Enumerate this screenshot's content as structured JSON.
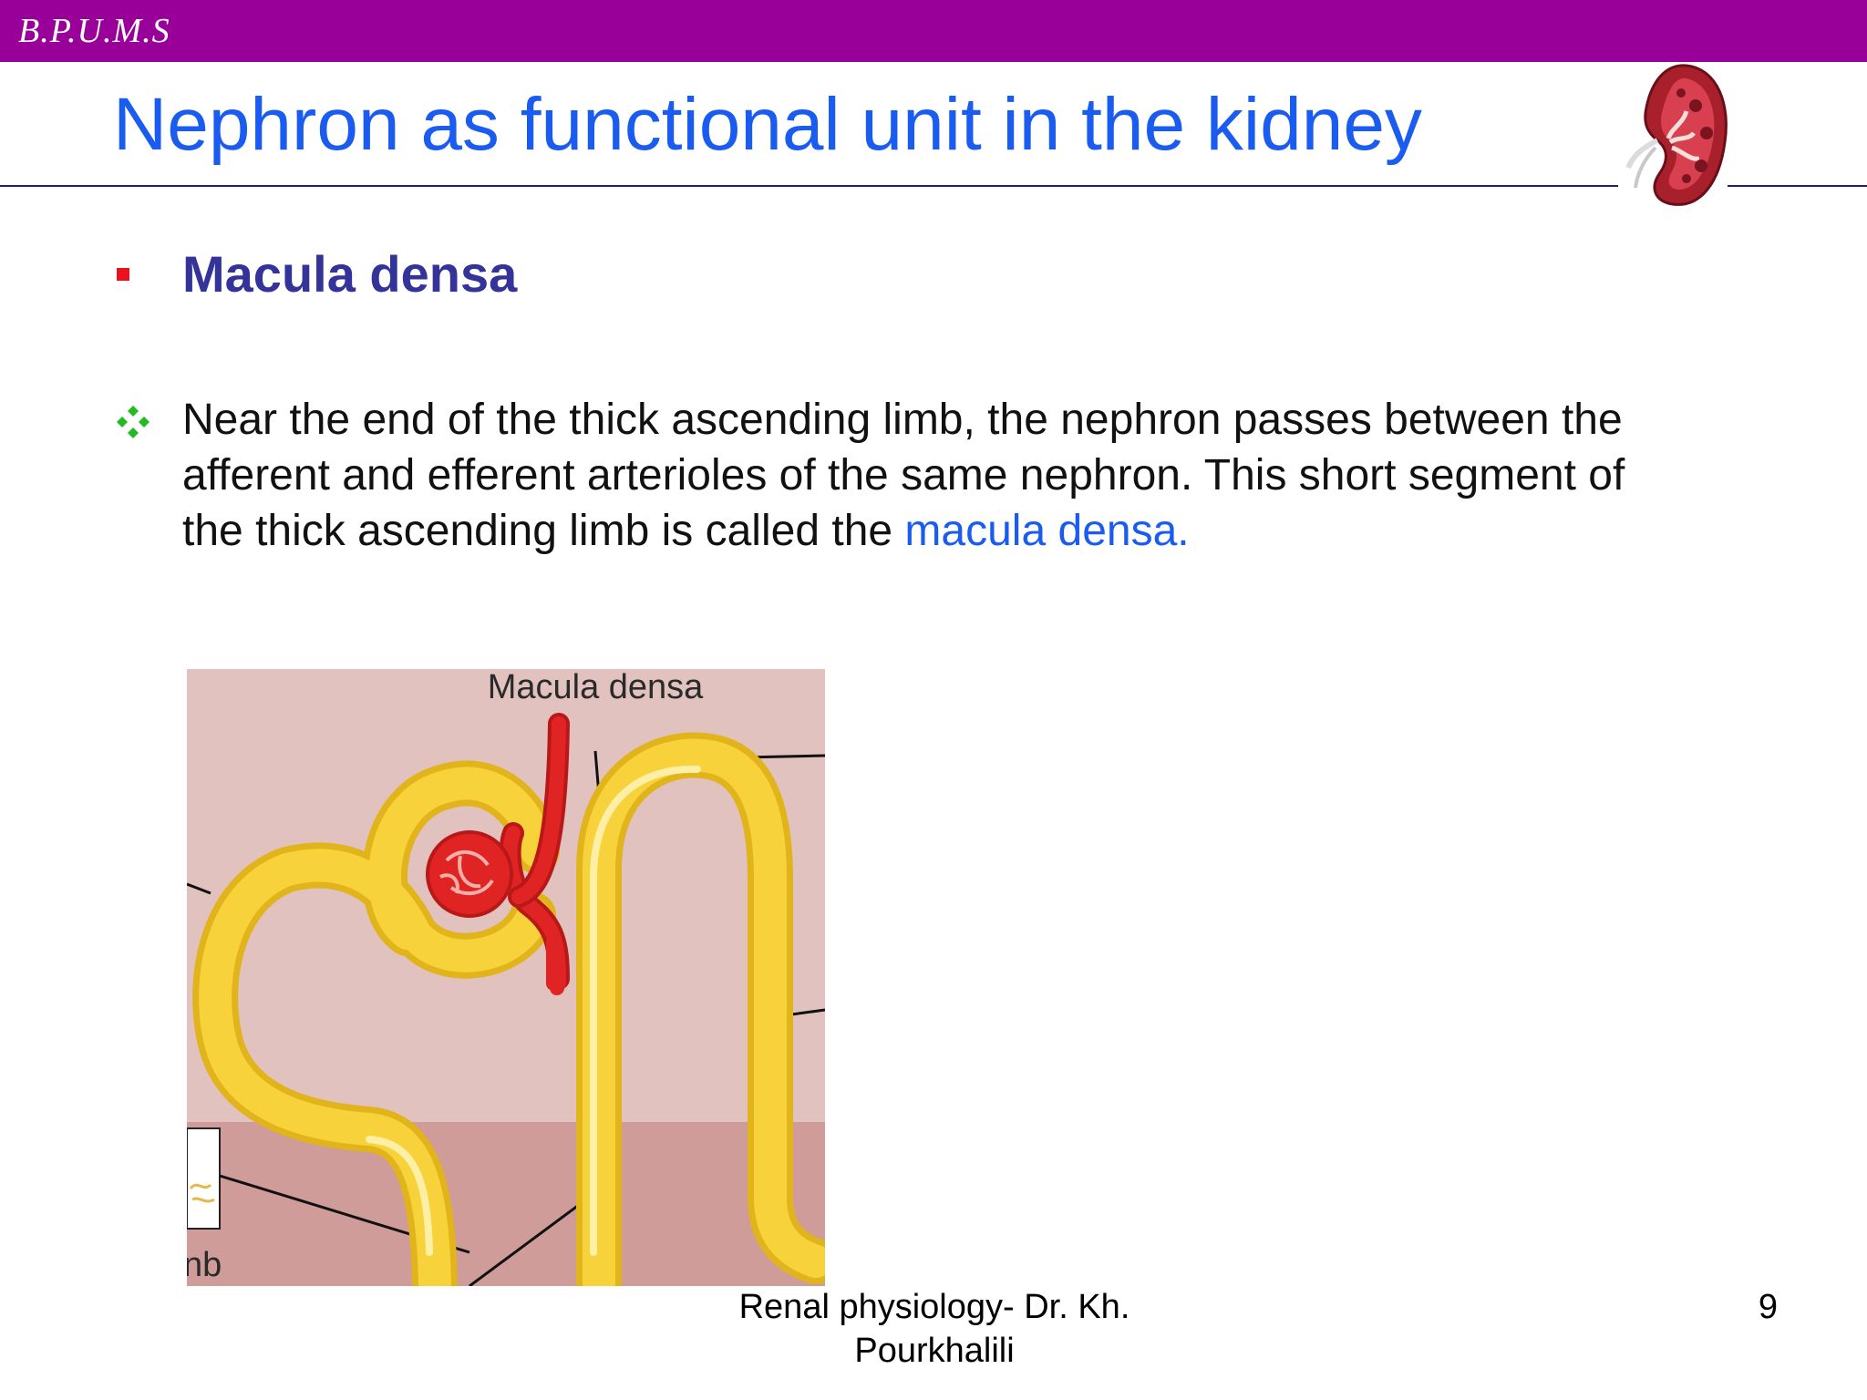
{
  "header": {
    "org": "B.P.U.M.S",
    "title": "Nephron as functional unit in the kidney"
  },
  "content": {
    "heading": "Macula densa",
    "body_lines": [
      "Near the end of the thick ascending limb, the nephron passes between the",
      "afferent and efferent arterioles of the same nephron. This short segment of",
      "the thick ascending limb is called the "
    ],
    "body_highlight": "macula densa."
  },
  "figure": {
    "label": "Macula densa",
    "partial_label": "nb"
  },
  "footer": {
    "line1": "Renal physiology- Dr. Kh.",
    "line2": "Pourkhalili",
    "page_number": "9"
  },
  "colors": {
    "top_bar": "#990099",
    "title": "#1a5cf0",
    "heading": "#33339a",
    "square_bullet": "#e8141c",
    "diamond_bullet": "#22bb22",
    "tubule": "#f7d23a",
    "vessel": "#e02424"
  },
  "icons": {
    "logo": "kidney-icon",
    "bullet1": "square-bullet-icon",
    "bullet2": "diamond-bullet-icon"
  }
}
